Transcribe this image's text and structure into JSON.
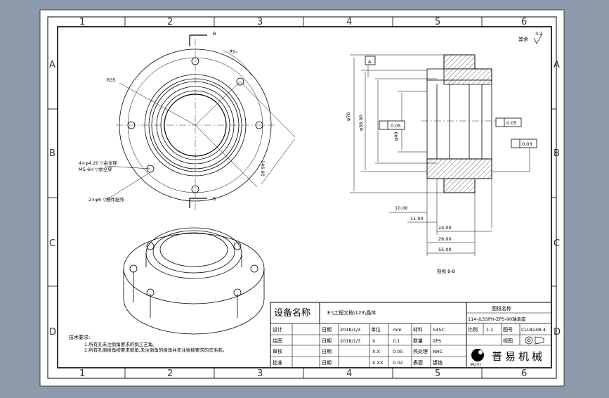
{
  "zones": {
    "columns": [
      "1",
      "2",
      "3",
      "4",
      "5",
      "6"
    ],
    "rows": [
      "A",
      "B",
      "C",
      "D"
    ]
  },
  "roughness": {
    "label": "其余",
    "value": "3.2"
  },
  "front_view": {
    "radius_label": "R35",
    "angle_label": "45°",
    "dia_label": "146.00",
    "cut_label": "B",
    "hole_note_1": "4×φ4.20 ▽余全穿",
    "hole_note_2": "M5-6H ▽余全穿",
    "hole_note_3": "2×φ6 ▽按件配作"
  },
  "section_view": {
    "title": "剖视 B-B",
    "datum": "A",
    "dims": [
      "10.00",
      "11.00",
      "24.00",
      "26.00",
      "55.00"
    ],
    "vertical_dims": [
      "φ78",
      "φ58.00",
      "φ40"
    ],
    "tol_left": "0.05",
    "tol_right": "0.05",
    "tol_right_2": "0.03"
  },
  "tech_req": {
    "title": "技术要求:",
    "lines": [
      "1.所有孔未注倒角要求的倒工艺角。",
      "2.所有孔倒棱角按要求倒角,未注倒角的棱角并未注锐棱要求的去毛刺。"
    ]
  },
  "title_block": {
    "device_label": "设备名称",
    "path": "E:\\工程文档\\123\\晶体",
    "drawing_name_label": "图纸名称",
    "drawing_name": "114-JLSSPH-ZPS-90轴承座",
    "rows": [
      {
        "role": "设计",
        "date_label": "日期",
        "date": "2018/1/3",
        "c1": "单位",
        "c2": "mm",
        "c3": "材料",
        "c4": "S45C"
      },
      {
        "role": "绘图",
        "date_label": "日期",
        "date": "2018/1/3",
        "c1": "X",
        "c2": "0.1",
        "c3": "数量",
        "c4": "2PS"
      },
      {
        "role": "审核",
        "date_label": "日期",
        "date": "",
        "c1": "X.X",
        "c2": "0.05",
        "c3": "热处理",
        "c4": "NHC"
      },
      {
        "role": "批准",
        "date_label": "日期",
        "date": "",
        "c1": "X.XX",
        "c2": "0.02",
        "c3": "表面",
        "c4": "镀铬"
      }
    ],
    "scale_label": "比例",
    "scale": "1:1",
    "drawing_no_label": "图号",
    "drawing_no": "CU.B14B-4",
    "view_label": "视图",
    "company": "普易机械",
    "logo_text": "PUYI"
  }
}
